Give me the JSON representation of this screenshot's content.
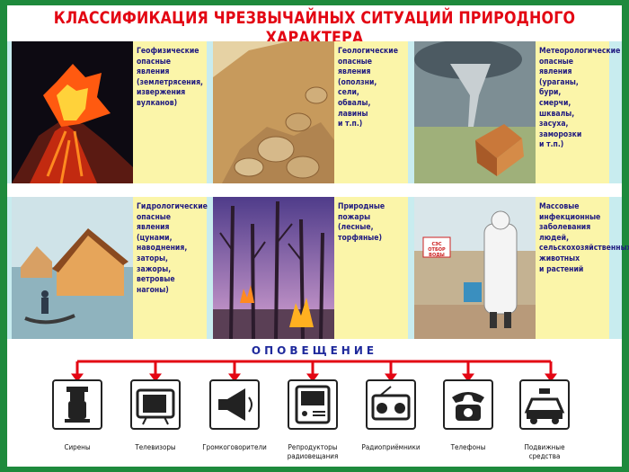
{
  "title": "КЛАССИФИКАЦИЯ ЧРЕЗВЫЧАЙНЫХ СИТУАЦИЙ ПРИРОДНОГО ХАРАКТЕРА",
  "categories": [
    {
      "text": "Геофизические\nопасные\nявления\n(землетрясения,\nизвержения\nвулканов)",
      "icon": "volcano-eruption"
    },
    {
      "text": "Геологические\nопасные\nявления\n(оползни,\nсели,\nобвалы,\nлавины\nи т.п.)",
      "icon": "rockfall"
    },
    {
      "text": "Метеорологические\nопасные\nявления\n(ураганы,\nбури,\nсмерчи,\nшквалы,\nзасуха,\nзаморозки\nи т.п.)",
      "icon": "tornado"
    },
    {
      "text": "Гидрологические\nопасные\nявления\n(цунами,\nнаводнения,\nзаторы,\nзажоры,\nветровые\nнагоны)",
      "icon": "flood"
    },
    {
      "text": "Природные\nпожары\n(лесные,\nторфяные)",
      "icon": "forest-fire"
    },
    {
      "text": "Массовые\nинфекционные\nзаболевания\nлюдей,\nсельскохозяйственных\nживотных\nи растений",
      "icon": "epidemic"
    }
  ],
  "sign_text": "СЭС\nОТБОР ВОДЫ",
  "notification": {
    "title": "ОПОВЕЩЕНИЕ",
    "devices": [
      {
        "label": "Сирены",
        "icon": "siren"
      },
      {
        "label": "Телевизоры",
        "icon": "tv"
      },
      {
        "label": "Громкоговорители",
        "icon": "megaphone"
      },
      {
        "label": "Репродукторы\nрадиовещания",
        "icon": "radio-speaker"
      },
      {
        "label": "Радиоприёмники",
        "icon": "radio"
      },
      {
        "label": "Телефоны",
        "icon": "phone"
      },
      {
        "label": "Подвижные\nсредства",
        "icon": "vehicle"
      }
    ]
  },
  "colors": {
    "accent": "#e30613",
    "frame": "#1e8a3c",
    "text_panel": "#fbf5a9",
    "text_blue": "#1f1a80",
    "band": "#bfe8ec"
  }
}
